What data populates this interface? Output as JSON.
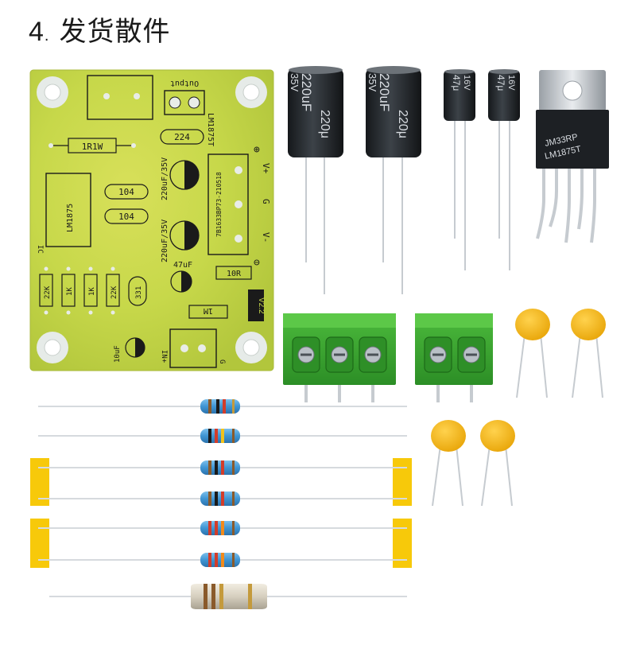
{
  "title": {
    "number": "4",
    "dot": ".",
    "text": "发货散件"
  },
  "pcb": {
    "output": "Output",
    "ic": "LM1875T",
    "ic_left": "LM1875",
    "ic_tag": "IC",
    "r_1r1w": "1R1W",
    "r_224": "224",
    "r_104a": "104",
    "r_104b": "104",
    "cap_220a": "220uF/35V",
    "cap_220b": "220uF/35V",
    "cap_47": "47uF",
    "cap_10": "10uF",
    "r_10r": "10R",
    "r_1m": "1M",
    "r_22k_a": "22K",
    "r_1k_a": "1K",
    "r_1k_b": "1K",
    "r_22k_b": "22K",
    "r_331": "331",
    "version": "V2.2",
    "pins": [
      "V+",
      "G",
      "V-"
    ],
    "part_no": "7B1633BP73-210518",
    "in_plus": "IN+",
    "in_g": "G",
    "plus": "⊕",
    "minus": "⊖"
  },
  "components": {
    "cap_large_a": {
      "value": "220uF",
      "voltage": "35V",
      "short": "220μ"
    },
    "cap_large_b": {
      "value": "220uF",
      "voltage": "35V",
      "short": "220μ"
    },
    "cap_small_a": {
      "value": "47μ",
      "voltage": "16V"
    },
    "cap_small_b": {
      "value": "47μ",
      "voltage": "16V"
    },
    "regulator": {
      "marking1": "JM33RP",
      "marking2": "LM1875T"
    }
  },
  "colors": {
    "pcb": "#c7d84a",
    "terminal": "#3aa832",
    "ceramic": "#f2b40e",
    "tape": "#f7c90a",
    "capacitor": "#2a2e33",
    "resistor_body": "#4a9fd9"
  }
}
